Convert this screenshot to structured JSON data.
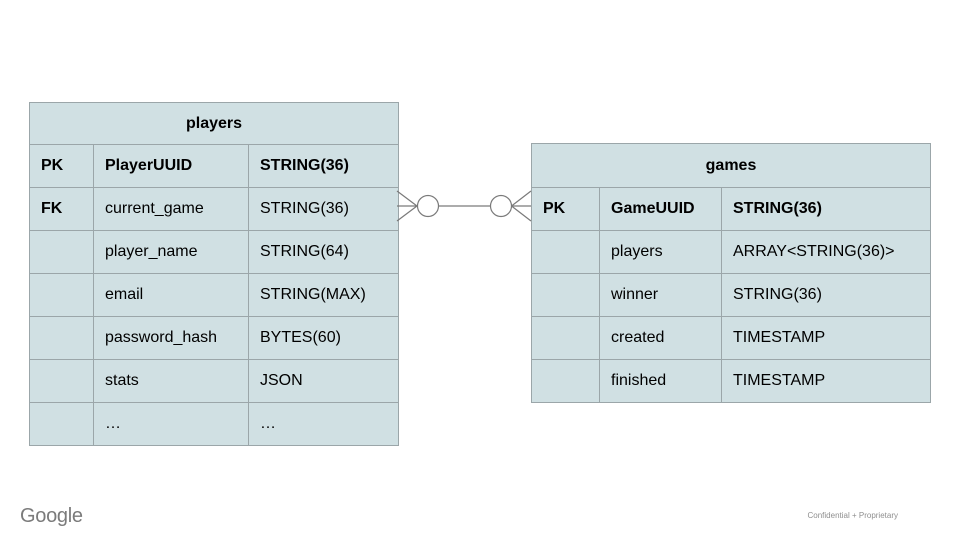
{
  "slide": {
    "footer_logo": "Google",
    "footer_note": "Confidential + Proprietary"
  },
  "colors": {
    "table_fill": "#d0e0e3",
    "table_border": "#9ba6a9",
    "connector": "#7a7a7a",
    "text": "#000000",
    "footer_gray": "#7b7b7b",
    "footer_note_gray": "#8f8f8f"
  },
  "diagram": {
    "relationship": "zero-or-many to zero-or-many",
    "tables": {
      "players": {
        "title": "players",
        "rows": [
          {
            "key": "PK",
            "name": "PlayerUUID",
            "type": "STRING(36)"
          },
          {
            "key": "FK",
            "name": "current_game",
            "type": "STRING(36)"
          },
          {
            "key": "",
            "name": "player_name",
            "type": "STRING(64)"
          },
          {
            "key": "",
            "name": "email",
            "type": "STRING(MAX)"
          },
          {
            "key": "",
            "name": "password_hash",
            "type": "BYTES(60)"
          },
          {
            "key": "",
            "name": "stats",
            "type": "JSON"
          },
          {
            "key": "",
            "name": "…",
            "type": "…"
          }
        ]
      },
      "games": {
        "title": "games",
        "rows": [
          {
            "key": "PK",
            "name": "GameUUID",
            "type": "STRING(36)"
          },
          {
            "key": "",
            "name": "players",
            "type": "ARRAY<STRING(36)>"
          },
          {
            "key": "",
            "name": "winner",
            "type": "STRING(36)"
          },
          {
            "key": "",
            "name": "created",
            "type": "TIMESTAMP"
          },
          {
            "key": "",
            "name": "finished",
            "type": "TIMESTAMP"
          }
        ]
      }
    }
  }
}
